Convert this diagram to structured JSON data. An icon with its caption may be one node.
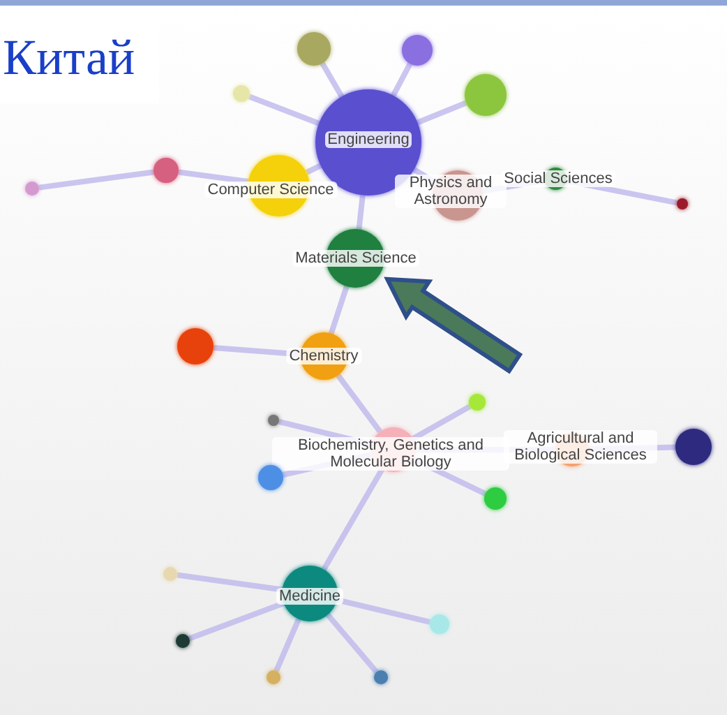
{
  "diagram": {
    "title": "Китай",
    "nodes": [
      {
        "text": [
          "Engineering"
        ]
      },
      {
        "text": [],
        "shape": "circle"
      },
      {
        "text": [],
        "shape": "circle"
      },
      {
        "text": [],
        "shape": "circle"
      },
      {
        "text": [],
        "shape": "circle"
      },
      {
        "text": [
          "Computer Science"
        ]
      },
      {
        "text": [],
        "shape": "circle"
      },
      {
        "text": [],
        "shape": "circle"
      },
      {
        "text": [
          "Physics and Astronomy"
        ]
      },
      {
        "text": [
          "Social Sciences"
        ]
      },
      {
        "text": [],
        "shape": "circle"
      },
      {
        "text": [
          "Materials Science"
        ]
      },
      {
        "text": [
          "Chemistry"
        ]
      },
      {
        "text": [],
        "shape": "circle"
      },
      {
        "text": [
          "Biochemistry, Genetics and Molecular Biology"
        ]
      },
      {
        "text": [],
        "shape": "circle"
      },
      {
        "text": [],
        "shape": "circle"
      },
      {
        "text": [],
        "shape": "circle"
      },
      {
        "text": [],
        "shape": "circle"
      },
      {
        "text": [
          "Agricultural and Biological Sciences"
        ]
      },
      {
        "text": [],
        "shape": "circle"
      },
      {
        "text": [
          "Medicine"
        ]
      },
      {
        "text": [],
        "shape": "circle"
      },
      {
        "text": [],
        "shape": "circle"
      },
      {
        "text": [],
        "shape": "circle"
      },
      {
        "text": [],
        "shape": "circle"
      },
      {
        "text": [],
        "shape": "circle"
      }
    ],
    "edges": [
      {
        "from": 0,
        "to": 1,
        "arrow": "none"
      },
      {
        "from": 0,
        "to": 2,
        "arrow": "none"
      },
      {
        "from": 0,
        "to": 3,
        "arrow": "none"
      },
      {
        "from": 0,
        "to": 4,
        "arrow": "none"
      },
      {
        "from": 0,
        "to": 5,
        "arrow": "none"
      },
      {
        "from": 5,
        "to": 6,
        "arrow": "none"
      },
      {
        "from": 6,
        "to": 7,
        "arrow": "none"
      },
      {
        "from": 0,
        "to": 8,
        "arrow": "none"
      },
      {
        "from": 8,
        "to": 9,
        "arrow": "none"
      },
      {
        "from": 9,
        "to": 10,
        "arrow": "none"
      },
      {
        "from": 0,
        "to": 11,
        "arrow": "none"
      },
      {
        "from": 11,
        "to": 12,
        "arrow": "none"
      },
      {
        "from": 12,
        "to": 13,
        "arrow": "none"
      },
      {
        "from": 12,
        "to": 14,
        "arrow": "none"
      },
      {
        "from": 14,
        "to": 15,
        "arrow": "none"
      },
      {
        "from": 14,
        "to": 16,
        "arrow": "none"
      },
      {
        "from": 14,
        "to": 17,
        "arrow": "none"
      },
      {
        "from": 14,
        "to": 18,
        "arrow": "none"
      },
      {
        "from": 14,
        "to": 19,
        "arrow": "none"
      },
      {
        "from": 19,
        "to": 20,
        "arrow": "none"
      },
      {
        "from": 14,
        "to": 21,
        "arrow": "none"
      },
      {
        "from": 21,
        "to": 22,
        "arrow": "none"
      },
      {
        "from": 21,
        "to": 23,
        "arrow": "none"
      },
      {
        "from": 21,
        "to": 24,
        "arrow": "none"
      },
      {
        "from": 21,
        "to": 25,
        "arrow": "none"
      },
      {
        "from": 21,
        "to": 26,
        "arrow": "none"
      },
      {
        "from": null,
        "to": 11,
        "arrow": "to",
        "style": "thick",
        "color": "#4a7a5a"
      }
    ]
  }
}
